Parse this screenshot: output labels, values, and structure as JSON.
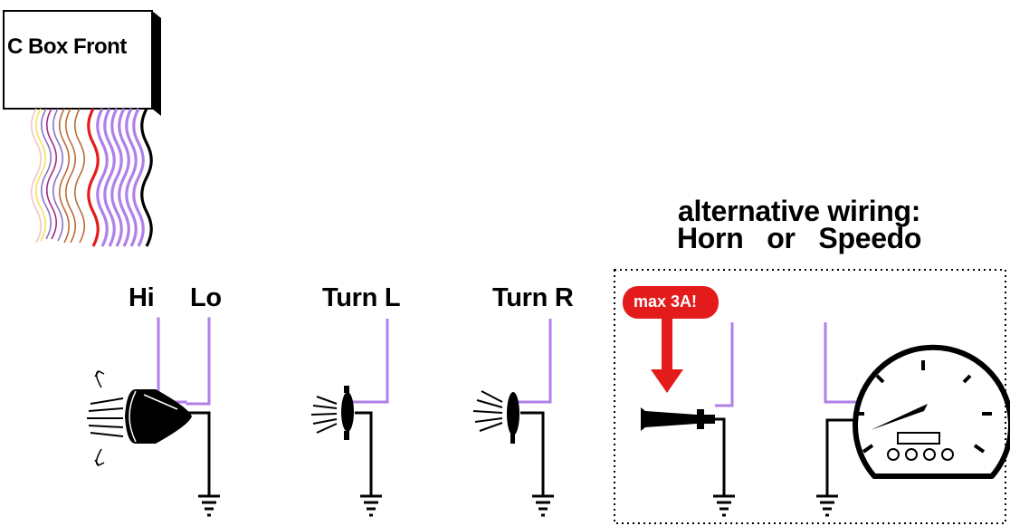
{
  "box": {
    "label": "C Box Front"
  },
  "wire_colors": {
    "thin": [
      "#F2E35A",
      "#F6C3C3",
      "#8E6FC8",
      "#A32A8A",
      "#B96C3A",
      "#C06A3A"
    ],
    "red": "#E31B1B",
    "purple": "#B07FE8",
    "black": "#000000"
  },
  "alternative": {
    "line1": "alternative wiring:",
    "line2": "Horn   or   Speedo"
  },
  "components": {
    "hi_label": "Hi",
    "lo_label": "Lo",
    "turn_l_label": "Turn L",
    "turn_r_label": "Turn R"
  },
  "horn": {
    "warning": "max 3A!",
    "warning_color": "#E31B1B"
  },
  "ground_icons": [
    "headlight-ground-icon",
    "turn-l-ground-icon",
    "turn-r-ground-icon",
    "horn-ground-icon",
    "speedo-ground-icon"
  ]
}
